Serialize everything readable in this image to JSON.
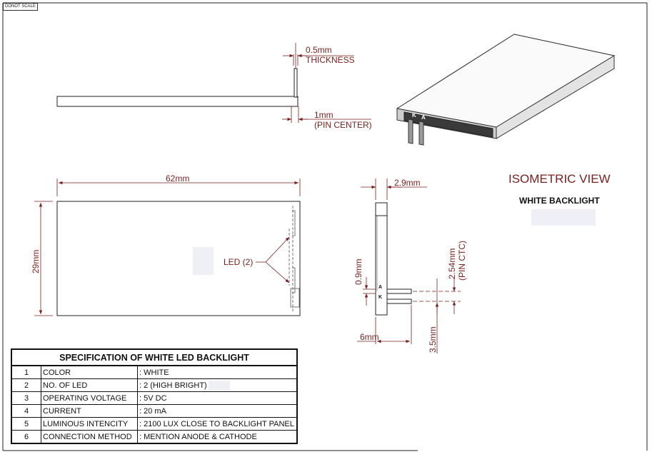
{
  "stamp": "DONOT SCALE",
  "dimensions": {
    "thickness_value": "0.5mm",
    "thickness_label": "THICKNESS",
    "pin_center_value": "1mm",
    "pin_center_label": "(PIN CENTER)",
    "length": "62mm",
    "width": "29mm",
    "led_callout": "LED (2)",
    "side_width": "2.9mm",
    "pin_offset": "0.9mm",
    "pin_pitch": "2.54mm",
    "pin_pitch_label": "(PIN CTC)",
    "pin_length": "6mm",
    "pin_extent": "3.5mm"
  },
  "iso": {
    "title": "ISOMETRIC VIEW",
    "subtitle": "WHITE BACKLIGHT",
    "pin_k": "K",
    "pin_a": "A"
  },
  "pin_marks": {
    "a": "A",
    "k": "K"
  },
  "spec": {
    "title": "SPECIFICATION OF WHITE LED BACKLIGHT",
    "rows": [
      {
        "no": "1",
        "param": "COLOR",
        "value": ": WHITE"
      },
      {
        "no": "2",
        "param": "NO. OF LED",
        "value": ": 2 (HIGH BRIGHT)"
      },
      {
        "no": "3",
        "param": "OPERATING VOLTAGE",
        "value": ": 5V DC"
      },
      {
        "no": "4",
        "param": "CURRENT",
        "value": ": 20 mA"
      },
      {
        "no": "5",
        "param": "LUMINOUS INTENCITY",
        "value": ": 2100 LUX CLOSE TO BACKLIGHT PANEL"
      },
      {
        "no": "6",
        "param": "CONNECTION METHOD",
        "value": ": MENTION ANODE & CATHODE"
      }
    ]
  },
  "colors": {
    "dimension": "#7a1f1f",
    "line": "#111111"
  }
}
